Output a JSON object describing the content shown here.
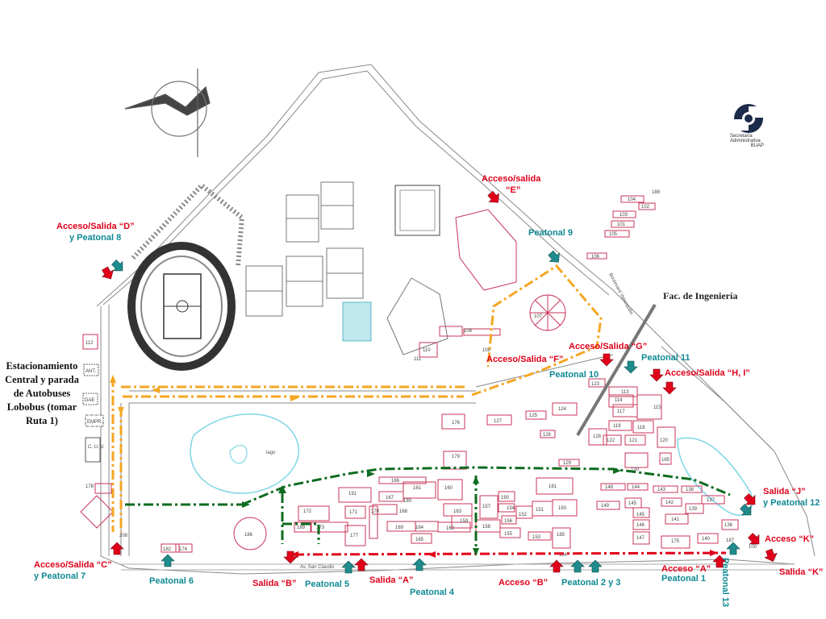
{
  "logo": {
    "line1": "Secretaría",
    "line2": "Administrativa",
    "line3": "BUAP"
  },
  "title_left": "Estacionamiento Central y parada de Autobuses Lobobus (tomar Ruta 1)",
  "faculty": "Fac. de Ingeniería",
  "road_labels": {
    "av_san_claudio": "Av. San Claudio",
    "blvd_valsequillo": "Boulevard Valsequillo",
    "lago": "lago"
  },
  "parking_boxes": [
    "ANT.",
    "DAE",
    "EMPR.",
    "C. U. V."
  ],
  "labels": {
    "acceso_salida_d": "Acceso/Salida “D”",
    "peatonal_8": "y Peatonal 8",
    "acceso_salida_e_1": "Acceso/salida",
    "acceso_salida_e_2": "“E”",
    "peatonal_9": "Peatonal 9",
    "acceso_salida_g": "Acceso/Salida “G”",
    "acceso_salida_f": "Acceso/Salida “F”",
    "peatonal_11": "Peatonal 11",
    "peatonal_10": "Peatonal 10",
    "acceso_salida_hi": "Acceso/Salida “H, I”",
    "acceso_salida_c": "Acceso/Salida “C”",
    "peatonal_7": "y Peatonal 7",
    "peatonal_6": "Peatonal 6",
    "salida_b": "Salida “B”",
    "peatonal_5": "Peatonal 5",
    "salida_a": "Salida “A”",
    "peatonal_4": "Peatonal 4",
    "acceso_b": "Acceso “B”",
    "peatonal_2y3": "Peatonal 2 y 3",
    "acceso_a": "Acceso “A”",
    "peatonal_1": "Peatonal 1",
    "peatonal_13": "Peatonal 13",
    "salida_j": "Salida “J”",
    "peatonal_12": "y Peatonal 12",
    "acceso_k": "Acceso “K”",
    "salida_k": "Salida “K”"
  },
  "buildings": {
    "b112": "112",
    "b104": "104",
    "b188": "188",
    "b102": "102",
    "b103": "103",
    "b101": "101",
    "b105": "105",
    "b106": "106",
    "b107": "107",
    "b108": "108",
    "b109": "109",
    "b110": "110",
    "b111": "111",
    "b123": "123",
    "b113": "113",
    "b114": "114",
    "b117": "117",
    "b115": "115",
    "b124": "124",
    "b125": "125",
    "b127": "127",
    "b176": "176",
    "b126": "126",
    "b128": "128",
    "b119": "119",
    "b118": "118",
    "b122": "122",
    "b121": "121",
    "b120": "120",
    "b129": "129",
    "b130": "130",
    "b185": "185",
    "b179": "179",
    "b178": "178",
    "b166": "166",
    "b161": "161",
    "b160": "160",
    "b191": "191",
    "b167": "167",
    "b180": "180",
    "b168": "168",
    "b157": "157",
    "b163": "163",
    "b159": "159",
    "b172": "172",
    "b171": "171",
    "b170": "170",
    "b169": "169",
    "b164": "164",
    "b162": "162",
    "b158": "158",
    "b165": "165",
    "b189": "189",
    "b173": "173",
    "b177": "177",
    "b186": "186",
    "b181": "181",
    "b190": "190",
    "b154": "154",
    "b152": "152",
    "b151": "151",
    "b150": "150",
    "b156": "156",
    "b155": "155",
    "b153": "153",
    "b148": "148",
    "b144": "144",
    "b143": "143",
    "b149": "149",
    "b145": "145",
    "b146": "146",
    "b147": "147",
    "b142": "142",
    "b139": "139",
    "b141": "141",
    "b175": "175",
    "b140": "140",
    "b138": "138",
    "b137": "137",
    "b136": "136",
    "b187": "187",
    "b182": "182",
    "b174": "174",
    "b184": "184",
    "b208": "208",
    "b100": "100"
  },
  "colors": {
    "building": "#c8345a",
    "road": "#8a8a8a",
    "orange_route": "#f5a623",
    "green_route": "#0d6b1f",
    "red_route": "#e0001a",
    "arrow_red": "#e0001a",
    "arrow_teal": "#1f8b8c",
    "water": "#7fd6e6"
  },
  "icons": {
    "arrow_red": "red-entry-arrow-icon",
    "arrow_teal": "teal-pedestrian-arrow-icon",
    "north": "north-compass-icon",
    "logo": "secretaria-logo-icon"
  }
}
